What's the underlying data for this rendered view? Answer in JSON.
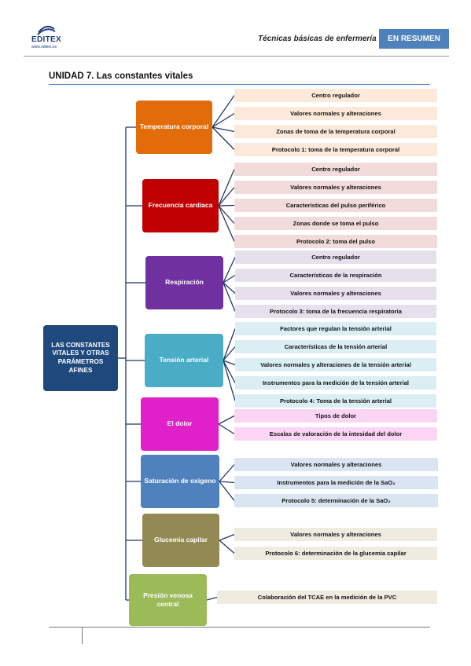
{
  "header": {
    "logo_text": "EDITEX",
    "logo_url": "www.editex.es",
    "book_title": "Técnicas básicas de enfermería",
    "badge": "EN RESUMEN"
  },
  "unit_title": "UNIDAD 7. Las constantes vitales",
  "root": {
    "label": "LAS CONSTANTES VITALES Y OTRAS PARÁMETROS AFINES",
    "color": "#1f497d"
  },
  "branches": [
    {
      "label": "Temperatura corporal",
      "color": "#e36c0a",
      "leaf_color": "#fde9d9",
      "leaves": [
        "Centro regulador",
        "Valores normales y alteraciones",
        "Zonas de toma de la temperatura corporal",
        "Protocolo 1: toma de la temperatura corporal"
      ]
    },
    {
      "label": "Frecuencia cardíaca",
      "color": "#c00000",
      "leaf_color": "#f2dcdb",
      "leaves": [
        "Centro regulador",
        "Valores normales y alteraciones",
        "Características del pulso periférico",
        "Zonas donde se toma el pulso",
        "Protocolo 2: toma del pulso"
      ]
    },
    {
      "label": "Respiración",
      "color": "#7030a0",
      "leaf_color": "#e5e0ec",
      "leaves": [
        "Centro regulador",
        "Características de la respiración",
        "Valores normales y alteraciones",
        "Protocolo 3: toma de la frecuencia respiratoria"
      ]
    },
    {
      "label": "Tensión arterial",
      "color": "#4bacc6",
      "leaf_color": "#dbeef3",
      "leaves": [
        "Factores que regulan la tensión arterial",
        "Características de la tensión arterial",
        "Valores normales y alteraciones de la tensión arterial",
        "Instrumentos para la medición de la tensión arterial",
        "Protocolo 4: Toma de la tensión arterial"
      ]
    },
    {
      "label": "El dolor",
      "color": "#e020c8",
      "leaf_color": "#fbd5f3",
      "leaves": [
        "Tipos de dolor",
        "Escalas de valoración de la intesidad del dolor"
      ]
    },
    {
      "label": "Saturación de oxígeno",
      "color": "#4f81bd",
      "leaf_color": "#dbe5f1",
      "leaves": [
        "Valores normales y alteraciones",
        "Instrumentos para la medición de la SaO₂",
        "Protocolo 5: determinación de la SaO₂"
      ]
    },
    {
      "label": "Glucemia capilar",
      "color": "#938953",
      "leaf_color": "#eeece1",
      "leaves": [
        "Valores normales y alteraciones",
        "Protocolo 6: determinación de la glucemia capilar"
      ]
    },
    {
      "label": "Presión venosa central",
      "color": "#9bbb59",
      "leaf_color": "#eeece1",
      "leaves": [
        "Colaboración del TCAE en la medición de la PVC"
      ]
    }
  ]
}
